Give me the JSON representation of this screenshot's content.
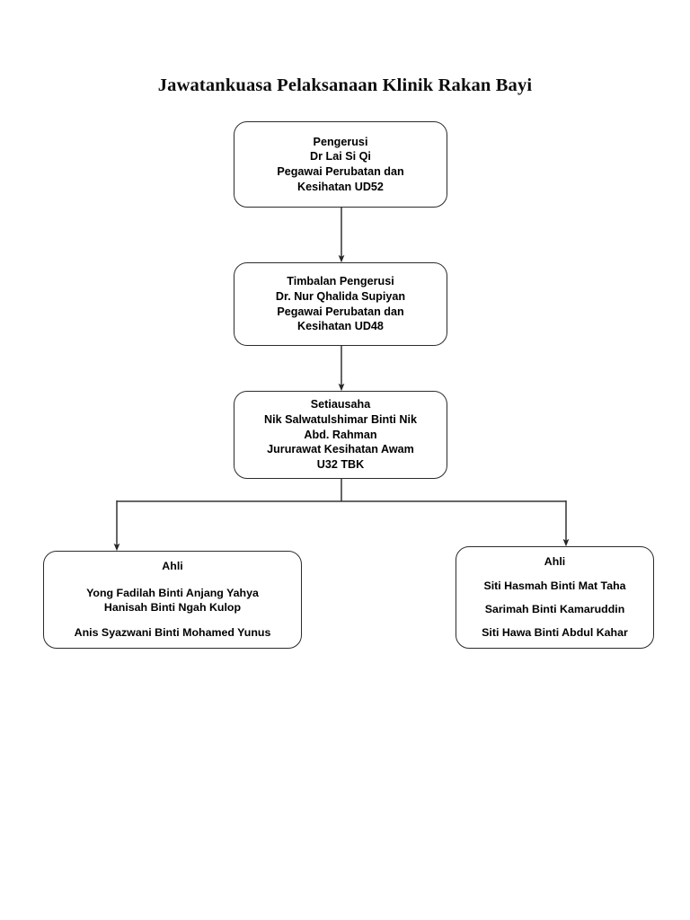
{
  "document": {
    "title": "Jawatankuasa Pelaksanaan Klinik Rakan Bayi"
  },
  "colors": {
    "background": "#ffffff",
    "box_border": "#2b2b2b",
    "text": "#000000",
    "connector": "#333333"
  },
  "chart_data": {
    "type": "diagram",
    "diagram_kind": "organizational-chart",
    "title": "Jawatankuasa Pelaksanaan Klinik Rakan Bayi",
    "orientation": "top-down",
    "nodes": [
      {
        "id": "chairman",
        "role": "Pengerusi",
        "lines": [
          "Pengerusi",
          "Dr Lai Si Qi",
          "Pegawai Perubatan dan",
          "Kesihatan UD52"
        ]
      },
      {
        "id": "vicechair",
        "role": "Timbalan Pengerusi",
        "lines": [
          "Timbalan Pengerusi",
          "Dr. Nur Qhalida Supiyan",
          "Pegawai Perubatan dan",
          "Kesihatan UD48"
        ]
      },
      {
        "id": "secretary",
        "role": "Setiausaha",
        "lines": [
          "Setiausaha",
          "Nik Salwatulshimar Binti Nik",
          "Abd. Rahman",
          "Jururawat Kesihatan Awam",
          "U32 TBK"
        ]
      },
      {
        "id": "members-left",
        "role": "Ahli",
        "heading": "Ahli",
        "group_one": [
          "Yong Fadilah Binti Anjang Yahya",
          "Hanisah Binti Ngah Kulop"
        ],
        "group_two": [
          "Anis Syazwani Binti Mohamed Yunus"
        ]
      },
      {
        "id": "members-right",
        "role": "Ahli",
        "heading": "Ahli",
        "members": [
          "Siti Hasmah Binti Mat Taha",
          "Sarimah Binti Kamaruddin",
          "Siti Hawa Binti Abdul Kahar"
        ]
      }
    ],
    "edges": [
      {
        "from": "chairman",
        "to": "vicechair",
        "style": "arrow-down"
      },
      {
        "from": "vicechair",
        "to": "secretary",
        "style": "arrow-down"
      },
      {
        "from": "secretary",
        "to": "members-left",
        "style": "elbow-arrow"
      },
      {
        "from": "secretary",
        "to": "members-right",
        "style": "elbow-arrow"
      }
    ]
  }
}
